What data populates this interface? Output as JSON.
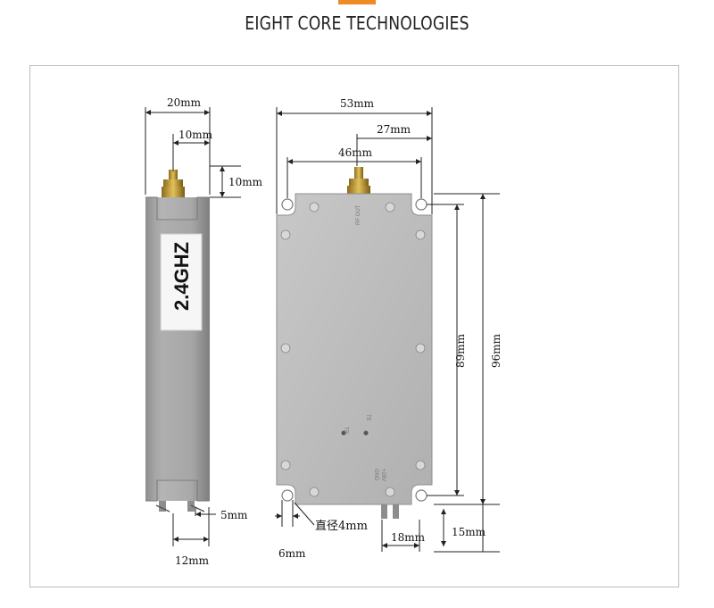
{
  "header": {
    "title": "EIGHT CORE TECHNOLOGIES"
  },
  "side_view": {
    "label": "2.4GHZ",
    "dims": {
      "width": "20mm",
      "connector_offset": "10mm",
      "connector_height": "10mm",
      "pin_spacing": "12mm",
      "pin_length": "5mm"
    }
  },
  "front_view": {
    "dims": {
      "width_total": "53mm",
      "connector_offset": "27mm",
      "hole_spacing_h": "46mm",
      "hole_spacing_v": "89mm",
      "height_total": "96mm",
      "hole_diameter": "直径4mm",
      "hole_offset": "6mm",
      "pin_spacing": "18mm",
      "pin_length": "15mm"
    },
    "silkscreen": {
      "rf_out": "RF OUT",
      "tr": "TR",
      "te": "TE",
      "vcc": "+28V",
      "gnd": "GND"
    }
  },
  "colors": {
    "accent": "#f08a24",
    "module": "#b9b9b9"
  }
}
